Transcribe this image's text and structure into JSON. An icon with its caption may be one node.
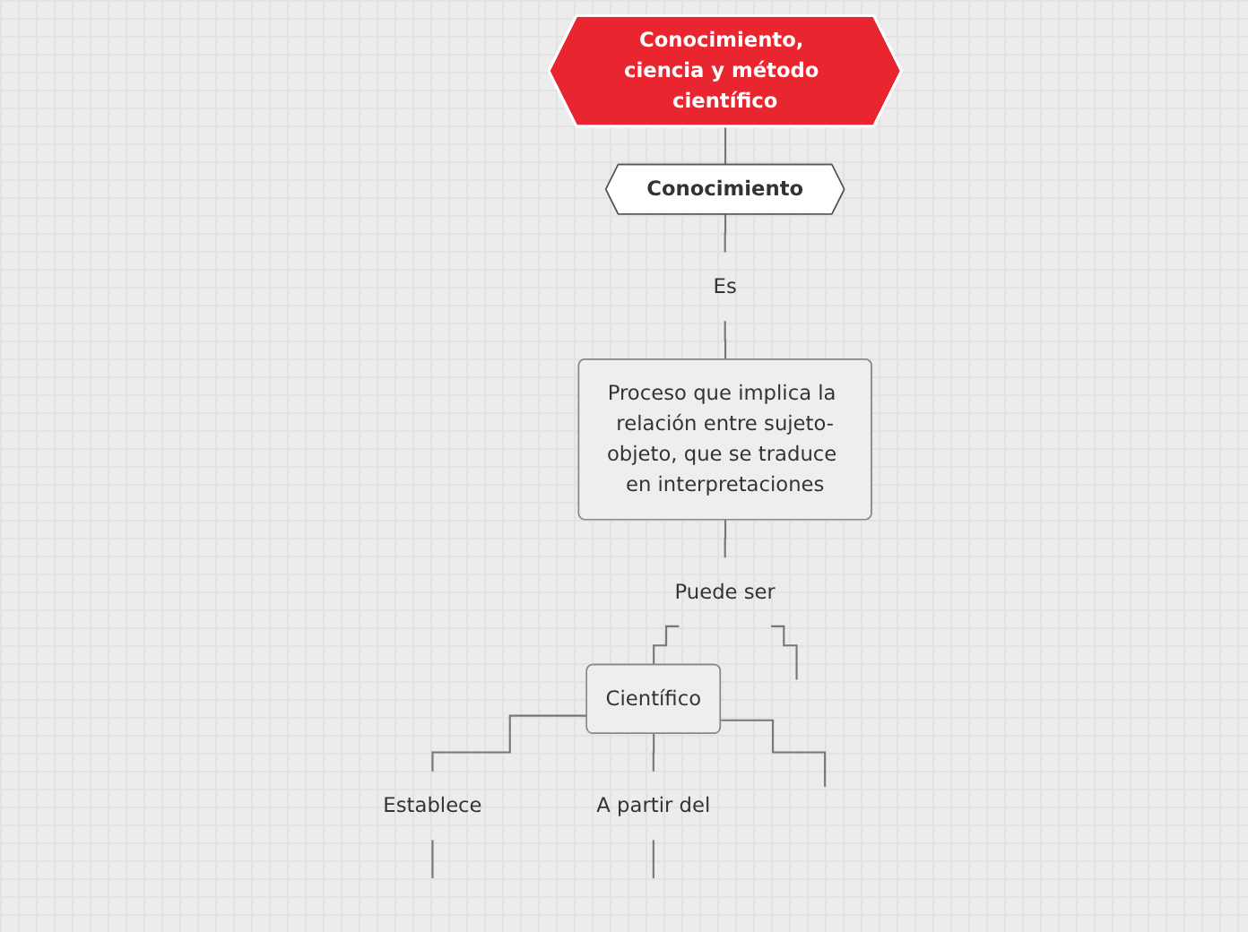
{
  "diagram": {
    "nodes": [
      {
        "text": [
          "Conocimiento, ciencia y método científico"
        ]
      },
      {
        "text": [
          "Conocimiento"
        ]
      },
      {
        "text": [
          "Es"
        ]
      },
      {
        "text": [
          "Proceso que implica la relación entre sujeto-objeto, que se traduce en interpretaciones"
        ]
      },
      {
        "text": [
          "Puede ser"
        ]
      },
      {
        "text": [
          "Científico"
        ]
      },
      {
        "text": [
          "Establece"
        ]
      },
      {
        "text": [
          "A partir del"
        ]
      }
    ],
    "edges": [
      {
        "from": 0,
        "to": 1,
        "arrow": "none"
      },
      {
        "from": 1,
        "to": 2,
        "arrow": "none"
      },
      {
        "from": 2,
        "to": 3,
        "arrow": "none"
      },
      {
        "from": 3,
        "to": 4,
        "arrow": "none"
      },
      {
        "from": 4,
        "to": 5,
        "arrow": "none"
      },
      {
        "from": 4,
        "to": null,
        "arrow": "none"
      },
      {
        "from": 5,
        "to": 6,
        "arrow": "none"
      },
      {
        "from": 5,
        "to": 7,
        "arrow": "none"
      },
      {
        "from": 5,
        "to": null,
        "arrow": "none"
      },
      {
        "from": 6,
        "to": null,
        "arrow": "none"
      },
      {
        "from": 7,
        "to": null,
        "arrow": "none"
      }
    ]
  }
}
